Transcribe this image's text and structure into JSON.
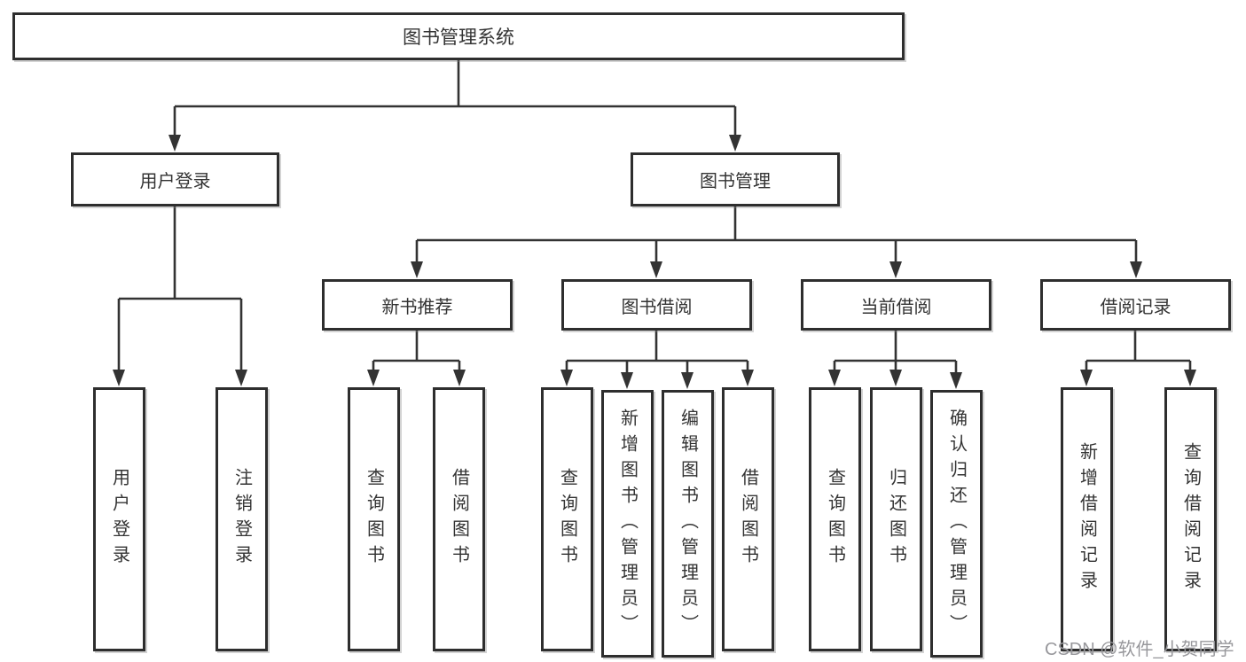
{
  "diagram": {
    "type": "tree",
    "root": {
      "id": "library-system",
      "label": "图书管理系统"
    },
    "level2": [
      {
        "id": "user-login-branch",
        "label": "用户登录",
        "parent": "library-system"
      },
      {
        "id": "book-management",
        "label": "图书管理",
        "parent": "library-system"
      }
    ],
    "level3": [
      {
        "id": "new-book-recommend",
        "label": "新书推荐",
        "parent": "book-management"
      },
      {
        "id": "book-borrow",
        "label": "图书借阅",
        "parent": "book-management"
      },
      {
        "id": "current-borrow",
        "label": "当前借阅",
        "parent": "book-management"
      },
      {
        "id": "borrow-records",
        "label": "借阅记录",
        "parent": "book-management"
      }
    ],
    "leaves": [
      {
        "id": "user-login",
        "label": "用户登录",
        "parent": "user-login-branch"
      },
      {
        "id": "logout",
        "label": "注销登录",
        "parent": "user-login-branch"
      },
      {
        "id": "query-books-recommend",
        "label": "查询图书",
        "parent": "new-book-recommend"
      },
      {
        "id": "borrow-books-recommend",
        "label": "借阅图书",
        "parent": "new-book-recommend"
      },
      {
        "id": "query-books-borrow",
        "label": "查询图书",
        "parent": "book-borrow"
      },
      {
        "id": "add-books-admin",
        "label": "新增图书（管理员）",
        "parent": "book-borrow"
      },
      {
        "id": "edit-books-admin",
        "label": "编辑图书（管理员）",
        "parent": "book-borrow"
      },
      {
        "id": "borrow-books",
        "label": "借阅图书",
        "parent": "book-borrow"
      },
      {
        "id": "query-books-current",
        "label": "查询图书",
        "parent": "current-borrow"
      },
      {
        "id": "return-books",
        "label": "归还图书",
        "parent": "current-borrow"
      },
      {
        "id": "confirm-return-admin",
        "label": "确认归还（管理员）",
        "parent": "current-borrow"
      },
      {
        "id": "add-borrow-record",
        "label": "新增借阅记录",
        "parent": "borrow-records"
      },
      {
        "id": "query-borrow-record",
        "label": "查询借阅记录",
        "parent": "borrow-records"
      }
    ]
  },
  "watermark": {
    "text": "CSDN @软件_小贺同学",
    "color": "#98989c"
  },
  "colors": {
    "line": "#333333",
    "box_border": "#2e2e2e",
    "box_fill": "#ffffff",
    "text": "#333333",
    "background": "#ffffff"
  }
}
